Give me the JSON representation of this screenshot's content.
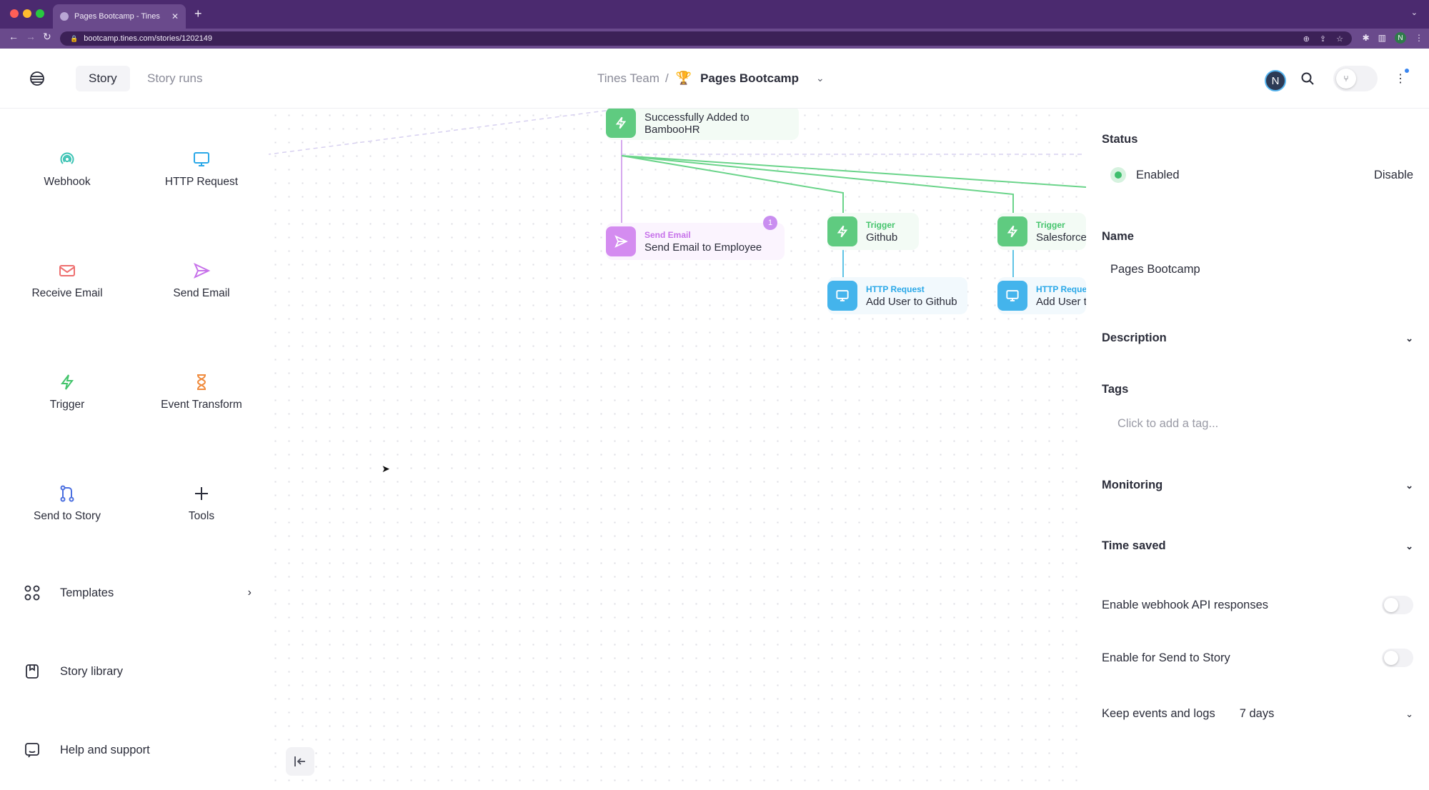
{
  "browser": {
    "tab_title": "Pages Bootcamp - Tines",
    "url": "bootcamp.tines.com/stories/1202149",
    "profile_initial": "N"
  },
  "header": {
    "tabs": [
      {
        "label": "Story"
      },
      {
        "label": "Story runs"
      }
    ],
    "team": "Tines Team",
    "separator": "/",
    "story_name": "Pages Bootcamp",
    "avatar_initial": "N"
  },
  "sidebar": {
    "tools": [
      {
        "label": "Webhook",
        "icon": "webhook-icon",
        "color": "#3cc3b4"
      },
      {
        "label": "HTTP Request",
        "icon": "monitor-icon",
        "color": "#2aa8e8"
      },
      {
        "label": "Receive Email",
        "icon": "mail-icon",
        "color": "#ee6f6f"
      },
      {
        "label": "Send Email",
        "icon": "send-icon",
        "color": "#c772ea"
      },
      {
        "label": "Trigger",
        "icon": "bolt-icon",
        "color": "#44c46c"
      },
      {
        "label": "Event Transform",
        "icon": "hourglass-icon",
        "color": "#f08a3c"
      },
      {
        "label": "Send to Story",
        "icon": "branch-icon",
        "color": "#4b6fe0"
      },
      {
        "label": "Tools",
        "icon": "plus-icon",
        "color": "#2b2d3a"
      }
    ],
    "links": [
      {
        "label": "Templates",
        "icon": "grid-icon"
      },
      {
        "label": "Story library",
        "icon": "bookmark-icon"
      },
      {
        "label": "Help and support",
        "icon": "chat-icon"
      }
    ]
  },
  "canvas": {
    "nodes": [
      {
        "type": "",
        "name_line1": "Successfully Added to",
        "name_line2": "BambooHR"
      },
      {
        "type": "Send Email",
        "name": "Send Email to Employee",
        "badge": "1"
      },
      {
        "type": "Trigger",
        "name": "Github"
      },
      {
        "type": "Trigger",
        "name": "Salesforce"
      },
      {
        "type": "HTTP Request",
        "name": "Add User to Github"
      },
      {
        "type": "HTTP Request",
        "name": "Add User t"
      }
    ]
  },
  "panel": {
    "status_label": "Status",
    "status_value": "Enabled",
    "disable_label": "Disable",
    "name_label": "Name",
    "name_value": "Pages Bootcamp",
    "description_label": "Description",
    "tags_label": "Tags",
    "tags_placeholder": "Click to add a tag...",
    "monitoring_label": "Monitoring",
    "time_saved_label": "Time saved",
    "webhook_api_label": "Enable webhook API responses",
    "send_to_story_label": "Enable for Send to Story",
    "keep_events_label": "Keep events and logs",
    "keep_events_value": "7 days"
  }
}
